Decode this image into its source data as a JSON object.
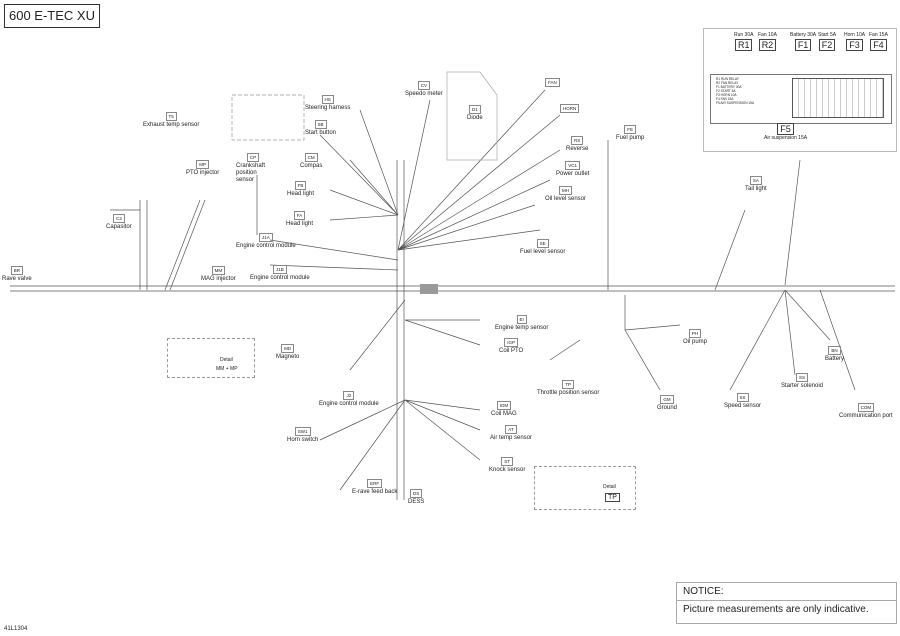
{
  "title": "600 E-TEC XU",
  "components": [
    {
      "code": "T5",
      "name": "Exhaust temp sensor"
    },
    {
      "code": "C3",
      "name": "Capasitor"
    },
    {
      "code": "BR",
      "name": "Rave valve"
    },
    {
      "code": "MP",
      "name": "PTO injector"
    },
    {
      "code": "MM",
      "name": "MAG injector"
    },
    {
      "code": "CP",
      "name": "Crankshaft position sensor"
    },
    {
      "code": "J1A",
      "name": "Engine control module"
    },
    {
      "code": "J1B",
      "name": "Engine control module"
    },
    {
      "code": "HS",
      "name": "Steering harness"
    },
    {
      "code": "SB",
      "name": "Start button"
    },
    {
      "code": "CM",
      "name": "Compas"
    },
    {
      "code": "FB",
      "name": "Head light"
    },
    {
      "code": "FA",
      "name": "Head light"
    },
    {
      "code": "CV",
      "name": "Speedo meter"
    },
    {
      "code": "D1",
      "name": "Diode"
    },
    {
      "code": "FAN",
      "name": ""
    },
    {
      "code": "HORN",
      "name": ""
    },
    {
      "code": "RS",
      "name": "Reverse"
    },
    {
      "code": "VC1",
      "name": "Power outlet"
    },
    {
      "code": "MH",
      "name": "Oil level sensor"
    },
    {
      "code": "SE",
      "name": "Fuel level sensor"
    },
    {
      "code": "FE",
      "name": "Fuel pump"
    },
    {
      "code": "SA",
      "name": "Tail light"
    },
    {
      "code": "EI",
      "name": "Engine temp sensor"
    },
    {
      "code": "IGP",
      "name": "Coil PTO"
    },
    {
      "code": "MD",
      "name": "Magneto"
    },
    {
      "code": "J2",
      "name": "Engine control module"
    },
    {
      "code": "IGM",
      "name": "Coil MAG"
    },
    {
      "code": "AT",
      "name": "Air temp sensor"
    },
    {
      "code": "ST",
      "name": "Knock sensor"
    },
    {
      "code": "TP",
      "name": "Throttle position sensor"
    },
    {
      "code": "SW1",
      "name": "Horn switch"
    },
    {
      "code": "ERF",
      "name": "E-rave feed back"
    },
    {
      "code": "DS",
      "name": "DESS"
    },
    {
      "code": "PH",
      "name": "Oil pump"
    },
    {
      "code": "GM",
      "name": "Ground"
    },
    {
      "code": "SS",
      "name": "Speed sensor"
    },
    {
      "code": "BN",
      "name": "Battery"
    },
    {
      "code": "SS",
      "name": "Starter solenoid"
    },
    {
      "code": "COM",
      "name": "Communication port"
    }
  ],
  "fuse_box": {
    "fuses": [
      {
        "code": "R1",
        "label": "Run 30A"
      },
      {
        "code": "R2",
        "label": "Fan 10A"
      },
      {
        "code": "F1",
        "label": "Battery 30A"
      },
      {
        "code": "F2",
        "label": "Start 5A"
      },
      {
        "code": "F3",
        "label": "Horn 10A"
      },
      {
        "code": "F4",
        "label": "Fan 15A"
      },
      {
        "code": "F5",
        "label": "Air suspension 15A"
      }
    ],
    "legend": [
      "R1 RUN RELAY",
      "R2 FAN RELAY",
      "F1 BATTERY 30A",
      "F2 START 5A",
      "F3 HORN 10A",
      "F4 FAN 15A",
      "F5 AIR SUSPENSION 15A"
    ]
  },
  "details": [
    {
      "label": "Detail",
      "ref": "MM + MP"
    },
    {
      "label": "Detail",
      "ref": "TP"
    }
  ],
  "notice": {
    "heading": "NOTICE:",
    "text": "Picture measurements are only indicative."
  },
  "reference": "41L1304"
}
